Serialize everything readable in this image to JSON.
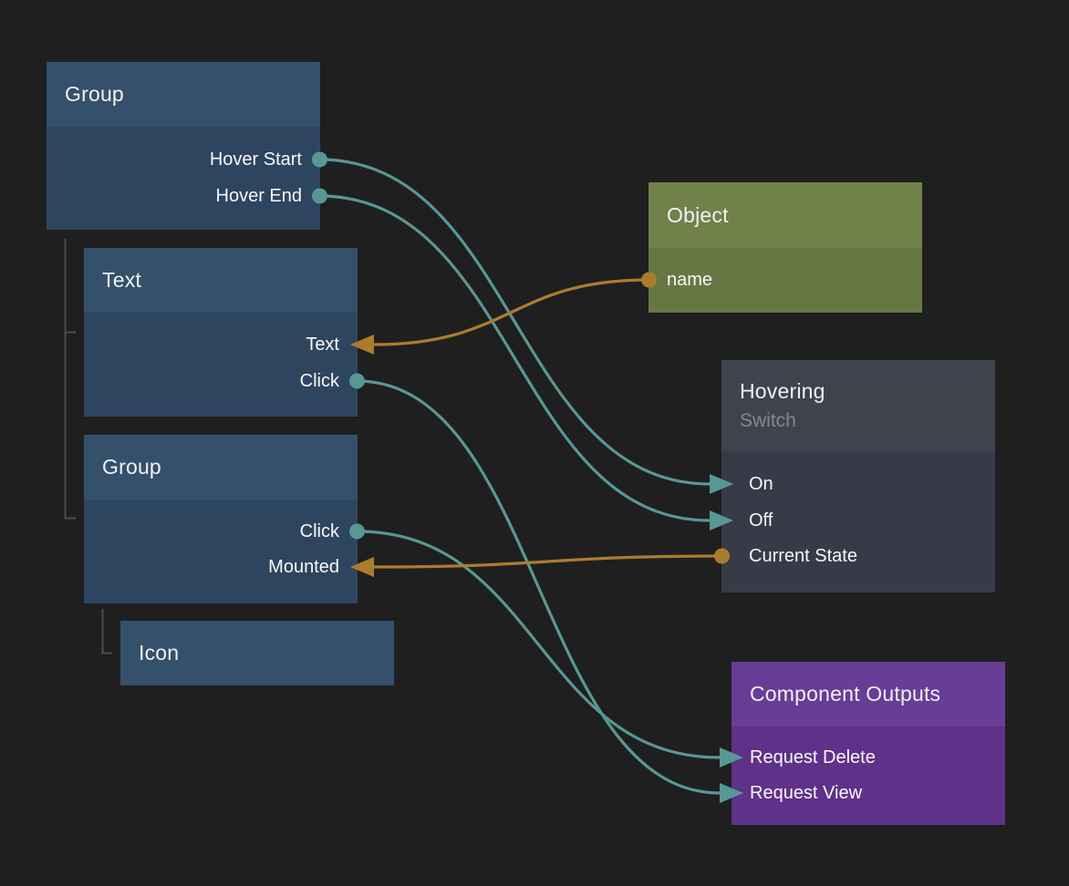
{
  "canvas": {
    "background": "#1f1f20"
  },
  "colors": {
    "signal_wire": "#579894",
    "data_wire": "#ac7c2d",
    "blue_node_header": "#34506b",
    "blue_node_body": "#2e4560",
    "green_node_header": "#71814a",
    "green_node_body": "#677744",
    "gray_node_header": "#3f434e",
    "gray_node_body": "#383b47",
    "purple_node_header": "#673d96",
    "purple_node_body": "#5f3189",
    "hierarchy_line": "#4c4c4c",
    "subtitle_text": "#84878e"
  },
  "nodes": {
    "group1": {
      "title": "Group",
      "ports": [
        {
          "id": "hover-start",
          "label": "Hover Start"
        },
        {
          "id": "hover-end",
          "label": "Hover End"
        }
      ]
    },
    "text1": {
      "title": "Text",
      "ports": [
        {
          "id": "text",
          "label": "Text"
        },
        {
          "id": "click",
          "label": "Click"
        }
      ]
    },
    "group2": {
      "title": "Group",
      "ports": [
        {
          "id": "click",
          "label": "Click"
        },
        {
          "id": "mounted",
          "label": "Mounted"
        }
      ]
    },
    "icon1": {
      "title": "Icon"
    },
    "object1": {
      "title": "Object",
      "ports": [
        {
          "id": "name",
          "label": "name"
        }
      ]
    },
    "hovering": {
      "title": "Hovering",
      "subtitle": "Switch",
      "ports": [
        {
          "id": "on",
          "label": "On"
        },
        {
          "id": "off",
          "label": "Off"
        },
        {
          "id": "current-state",
          "label": "Current State"
        }
      ]
    },
    "outputs": {
      "title": "Component Outputs",
      "ports": [
        {
          "id": "request-delete",
          "label": "Request Delete"
        },
        {
          "id": "request-view",
          "label": "Request View"
        }
      ]
    }
  },
  "connections": [
    {
      "from": "group1.hover-start",
      "to": "hovering.on",
      "color": "#579894"
    },
    {
      "from": "group1.hover-end",
      "to": "hovering.off",
      "color": "#579894"
    },
    {
      "from": "object1.name",
      "to": "text1.text",
      "color": "#ac7c2d"
    },
    {
      "from": "text1.click",
      "to": "outputs.request-view",
      "color": "#579894"
    },
    {
      "from": "group2.click",
      "to": "outputs.request-delete",
      "color": "#579894"
    },
    {
      "from": "hovering.current-state",
      "to": "group2.mounted",
      "color": "#ac7c2d"
    }
  ]
}
